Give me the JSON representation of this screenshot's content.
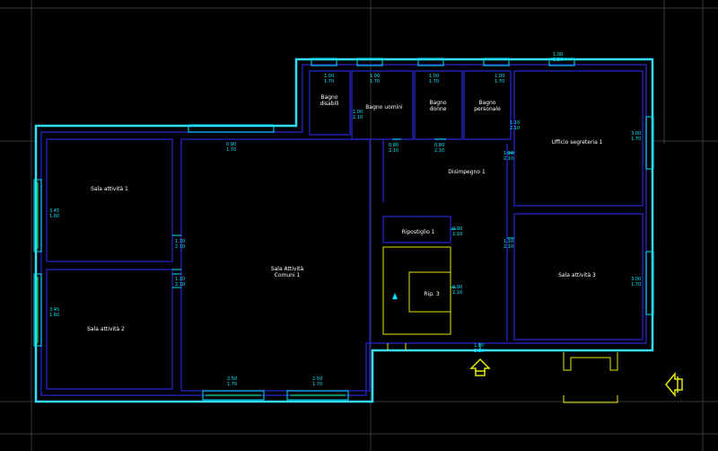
{
  "colors": {
    "background": "#000000",
    "outer_wall": "#33ddff",
    "inner_wall": "#2020b0",
    "window": "#00e5ff",
    "yellow": "#e6e600",
    "grid": "#3a3a3a",
    "text": "#ffffff",
    "dim_text": "#00e5ff",
    "window_green": "#00ff66"
  },
  "rooms": {
    "bagno_disabili": "Bagno\ndisabili",
    "bagno_uomini": "Bagno uomini",
    "bagno_donne": "Bagno\ndonne",
    "bagno_personale": "Bagno\npersonale",
    "ufficio_segreteria": "Ufficio segreteria 1",
    "disimpegno": "Disimpegno 1",
    "ripostiglio": "Ripostiglio 1",
    "rip_3": "Rip. 3",
    "sala_comuni": "Sala Attività\nComuni 1",
    "sala_attivita_1": "Sala attività 1",
    "sala_attivita_2": "Sala attività 2",
    "sala_attivita_3": "Sala attività 3"
  },
  "dims": {
    "d_top_bagno_dis": "1.00\n1.70",
    "d_top_bagno_uom": "1.00\n1.70",
    "d_top_bagno_don": "1.00\n1.70",
    "d_top_bagno_per": "1.00\n1.70",
    "d_top_ufficio": "1.00\n1.20",
    "d_bagno_uom_door": "1.00\n2.10",
    "d_dis_door_1": "0.80\n2.10",
    "d_dis_door_2": "0.80\n2.10",
    "d_uff_left": "1.10\n2.10",
    "d_uff_door2": "1.10\n2.10",
    "d_uff_right": "3.00\n1.70",
    "d_sala_top": "0.90\n1.70",
    "d_sa1_win": "3.45\n1.60",
    "d_sa1_door": "1.10\n2.10",
    "d_sa2_win": "3.45\n1.60",
    "d_sa2_door": "1.10\n2.10",
    "d_rip_door": "0.90\n2.10",
    "d_rip3_door": "0.90\n2.10",
    "d_sa3_door": "1.10\n2.10",
    "d_sa3_right": "3.00\n1.70",
    "d_bottom_1": "2.50\n1.70",
    "d_bottom_2": "2.50\n1.70",
    "d_entrance": "1.80\n2.10"
  }
}
